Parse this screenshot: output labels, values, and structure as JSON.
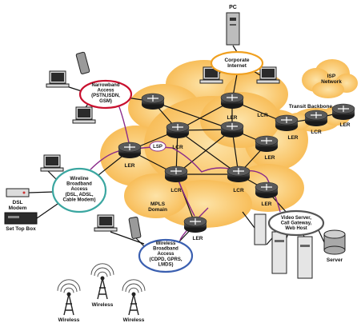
{
  "labels": {
    "pc": "PC",
    "corporate_internet": "Corporate\nInternet",
    "isp_network": "ISP\nNetwork",
    "transit_backbone": "Transit Backbone",
    "narrowband_access": "Narrowband\nAccess\n(PSTN,ISDN,\nGSM)",
    "wireline_access": "Wireline\nBroadband\nAccess\n(DSL, ADSL,\nCable Modem)",
    "wireless_access": "Wireless\nBroadband\nAccess\n(CDPD, GPRS,\nLMDS)",
    "video_server": "Video Server,\nCall Gateway,\nWeb Host",
    "dsl_modem": "DSL\nModem",
    "set_top_box": "Set Top Box",
    "server": "Server",
    "lsp": "LSP",
    "mpls_domain": "MPLS\nDomain",
    "wireless": "Wireless"
  },
  "router_types": {
    "ler": "LER",
    "lcr": "LCR"
  },
  "colors": {
    "cloud": "#f7b64a",
    "narrowband_ring": "#c8102e",
    "wireline_ring": "#3aa6a0",
    "wireless_ring": "#3a5fb0",
    "corporate_ring": "#f0a020",
    "video_ring": "#555555",
    "lsp_path": "#8a2a8a"
  }
}
